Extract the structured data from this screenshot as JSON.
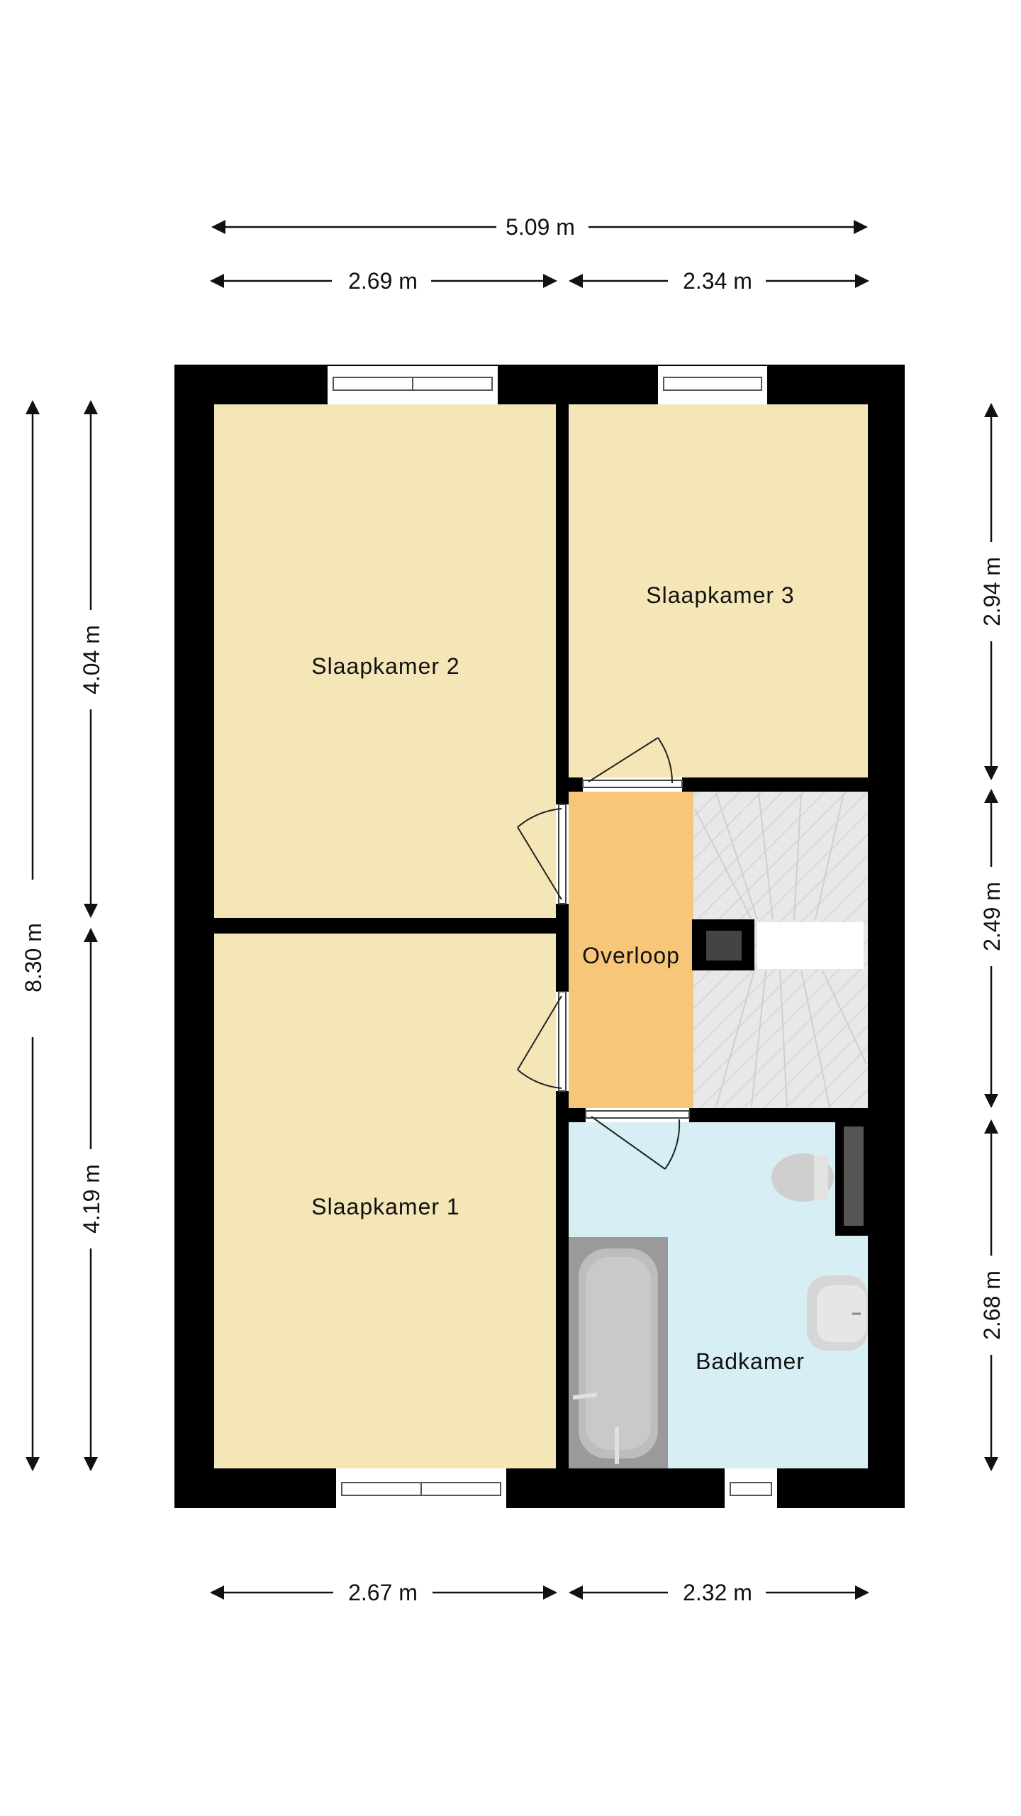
{
  "floorplan": {
    "rooms": {
      "slaapkamer_2": "Slaapkamer 2",
      "slaapkamer_3": "Slaapkamer 3",
      "slaapkamer_1": "Slaapkamer 1",
      "overloop": "Overloop",
      "badkamer": "Badkamer"
    },
    "dimensions": {
      "top_total": "5.09 m",
      "top_left": "2.69 m",
      "top_right": "2.34 m",
      "bottom_left": "2.67 m",
      "bottom_right": "2.32 m",
      "left_total": "8.30 m",
      "left_upper": "4.04 m",
      "left_lower": "4.19 m",
      "right_upper": "2.94 m",
      "right_middle": "2.49 m",
      "right_lower": "2.68 m"
    },
    "colors": {
      "bedroom": "#f5e6b8",
      "landing": "#f8c679",
      "bathroom": "#d6eef4",
      "stairs": "#e6e6e6",
      "wall": "#000000"
    }
  }
}
